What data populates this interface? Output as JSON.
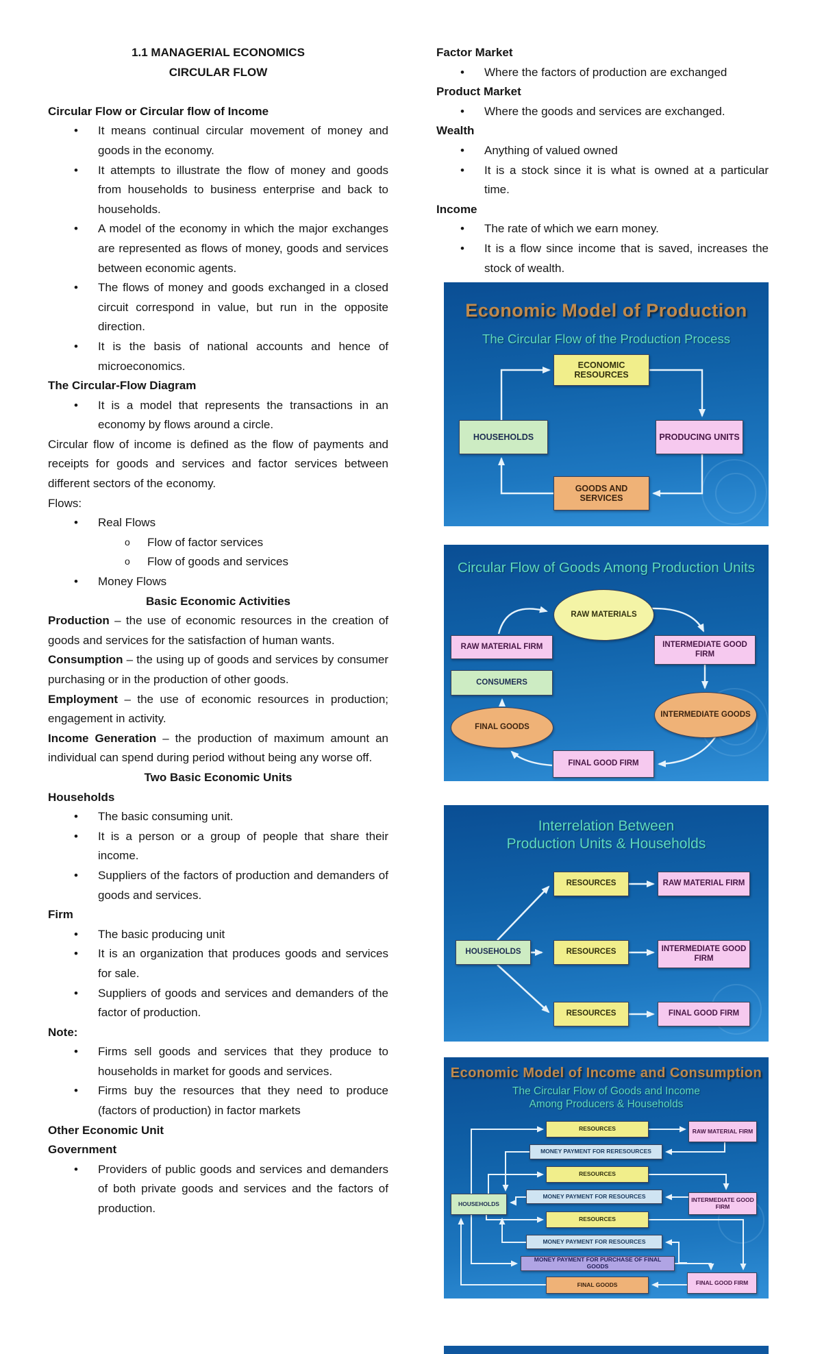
{
  "doc": {
    "title_line1": "1.1 MANAGERIAL ECONOMICS",
    "title_line2": "CIRCULAR FLOW"
  },
  "left": {
    "h1": "Circular Flow or Circular flow of Income",
    "b1": [
      "It means continual circular movement of money and goods in the economy.",
      "It attempts to illustrate the flow of money and goods from households to business enterprise and back to households.",
      "A model of the economy in which the major exchanges are represented as flows of money, goods and services between economic agents.",
      "The flows of money and goods exchanged in a closed circuit correspond in value, but run in the opposite direction.",
      "It is the basis of national accounts and hence of microeconomics."
    ],
    "h2": "The Circular-Flow Diagram",
    "b2": [
      "It is a model that represents the transactions in an economy by flows around a circle."
    ],
    "p1": "Circular flow of income is defined as the flow of payments and receipts for goods and services and factor services between different sectors of the economy.",
    "flows_label": "Flows:",
    "real_flows": "Real Flows",
    "real_sub": [
      "Flow of factor services",
      "Flow of goods and services"
    ],
    "money_flows": "Money Flows",
    "h3": "Basic Economic Activities",
    "defs": [
      {
        "term": "Production",
        "rest": " – the use of economic resources in the creation of goods and services for the satisfaction of human wants."
      },
      {
        "term": "Consumption",
        "rest": " – the using up of goods and services by consumer purchasing or in the production of other goods."
      },
      {
        "term": "Employment",
        "rest": " – the use of economic resources in production; engagement in activity."
      },
      {
        "term": "Income Generation",
        "rest": " – the production of maximum amount an individual can spend during period without being any worse off."
      }
    ],
    "h4": "Two Basic Economic Units",
    "households_h": "Households",
    "households_b": [
      "The basic consuming unit.",
      "It is a person or a group of people that share their income.",
      "Suppliers of the factors of production and demanders of goods and services."
    ],
    "firm_h": "Firm",
    "firm_b": [
      "The basic producing unit",
      "It is an organization that produces goods and services for sale.",
      "Suppliers of goods and services and demanders of the factor of production."
    ],
    "note_h": "Note:",
    "note_b": [
      "Firms sell goods and services that they produce to households in market for goods and services.",
      "Firms buy the resources that they need to produce (factors of production) in factor markets"
    ],
    "other_h": "Other Economic Unit",
    "gov_h": "Government",
    "gov_b": [
      "Providers of public goods and services and demanders of both private goods and services and the factors of production."
    ]
  },
  "right": {
    "factor_h": "Factor Market",
    "factor_b": [
      "Where the factors of production are exchanged"
    ],
    "product_h": "Product Market",
    "product_b": [
      "Where the goods and services are exchanged."
    ],
    "wealth_h": "Wealth",
    "wealth_b": [
      "Anything of valued owned",
      "It is a stock since it is what is owned at a particular time."
    ],
    "income_h": "Income",
    "income_b": [
      "The rate of which we earn money.",
      "It is a flow since income that is saved, increases the stock of wealth."
    ]
  },
  "diagram1": {
    "title": "Economic Model of Production",
    "subtitle": "The Circular Flow of the Production Process",
    "economic_resources": "ECONOMIC RESOURCES",
    "households": "HOUSEHOLDS",
    "producing_units": "PRODUCING UNITS",
    "goods_services": "GOODS AND SERVICES"
  },
  "diagram2": {
    "title": "Circular Flow of Goods Among Production Units",
    "raw_materials": "RAW MATERIALS",
    "raw_material_firm": "RAW MATERIAL FIRM",
    "intermediate_good_firm": "INTERMEDIATE GOOD FIRM",
    "consumers": "CONSUMERS",
    "intermediate_goods": "INTERMEDIATE GOODS",
    "final_goods": "FINAL GOODS",
    "final_good_firm": "FINAL GOOD FIRM"
  },
  "diagram3": {
    "title_line1": "Interrelation Between",
    "title_line2": "Production Units & Households",
    "households": "HOUSEHOLDS",
    "resources1": "RESOURCES",
    "resources2": "RESOURCES",
    "resources3": "RESOURCES",
    "raw_material_firm": "RAW MATERIAL FIRM",
    "intermediate_good_firm": "INTERMEDIATE GOOD FIRM",
    "final_good_firm": "FINAL GOOD FIRM"
  },
  "diagram4": {
    "title": "Economic Model of Income and Consumption",
    "subtitle_line1": "The Circular Flow of Goods and Income",
    "subtitle_line2": "Among Producers & Households",
    "households": "HOUSEHOLDS",
    "resources1": "RESOURCES",
    "raw_material_firm": "RAW MATERIAL FIRM",
    "money1": "MONEY PAYMENT FOR RERESOURCES",
    "resources2": "RESOURCES",
    "money2": "MONEY PAYMENT FOR RESOURCES",
    "intermediate_good_firm": "INTERMEDIATE GOOD FIRM",
    "resources3": "RESOURCES",
    "money3": "MONEY PAYMENT FOR RESOURCES",
    "money_final": "MONEY PAYMENT FOR PURCHASE OF FINAL GOODS",
    "final_goods": "FINAL GOODS",
    "final_good_firm": "FINAL GOOD FIRM"
  },
  "colors": {
    "slide_bg_top": "#0a4e94",
    "slide_bg_bottom": "#3190d8",
    "title_bronze": "#c08a4d",
    "title_teal": "#5fd9c1",
    "node_yellow": "#f1ee8b",
    "node_pale_yellow": "#f4f4a6",
    "node_green": "#cdecc3",
    "node_pink": "#f6c9ef",
    "node_orange": "#efb277",
    "node_blue": "#cfe4f2",
    "node_purple": "#b0a4e4",
    "arrow": "#e7f3fb"
  }
}
